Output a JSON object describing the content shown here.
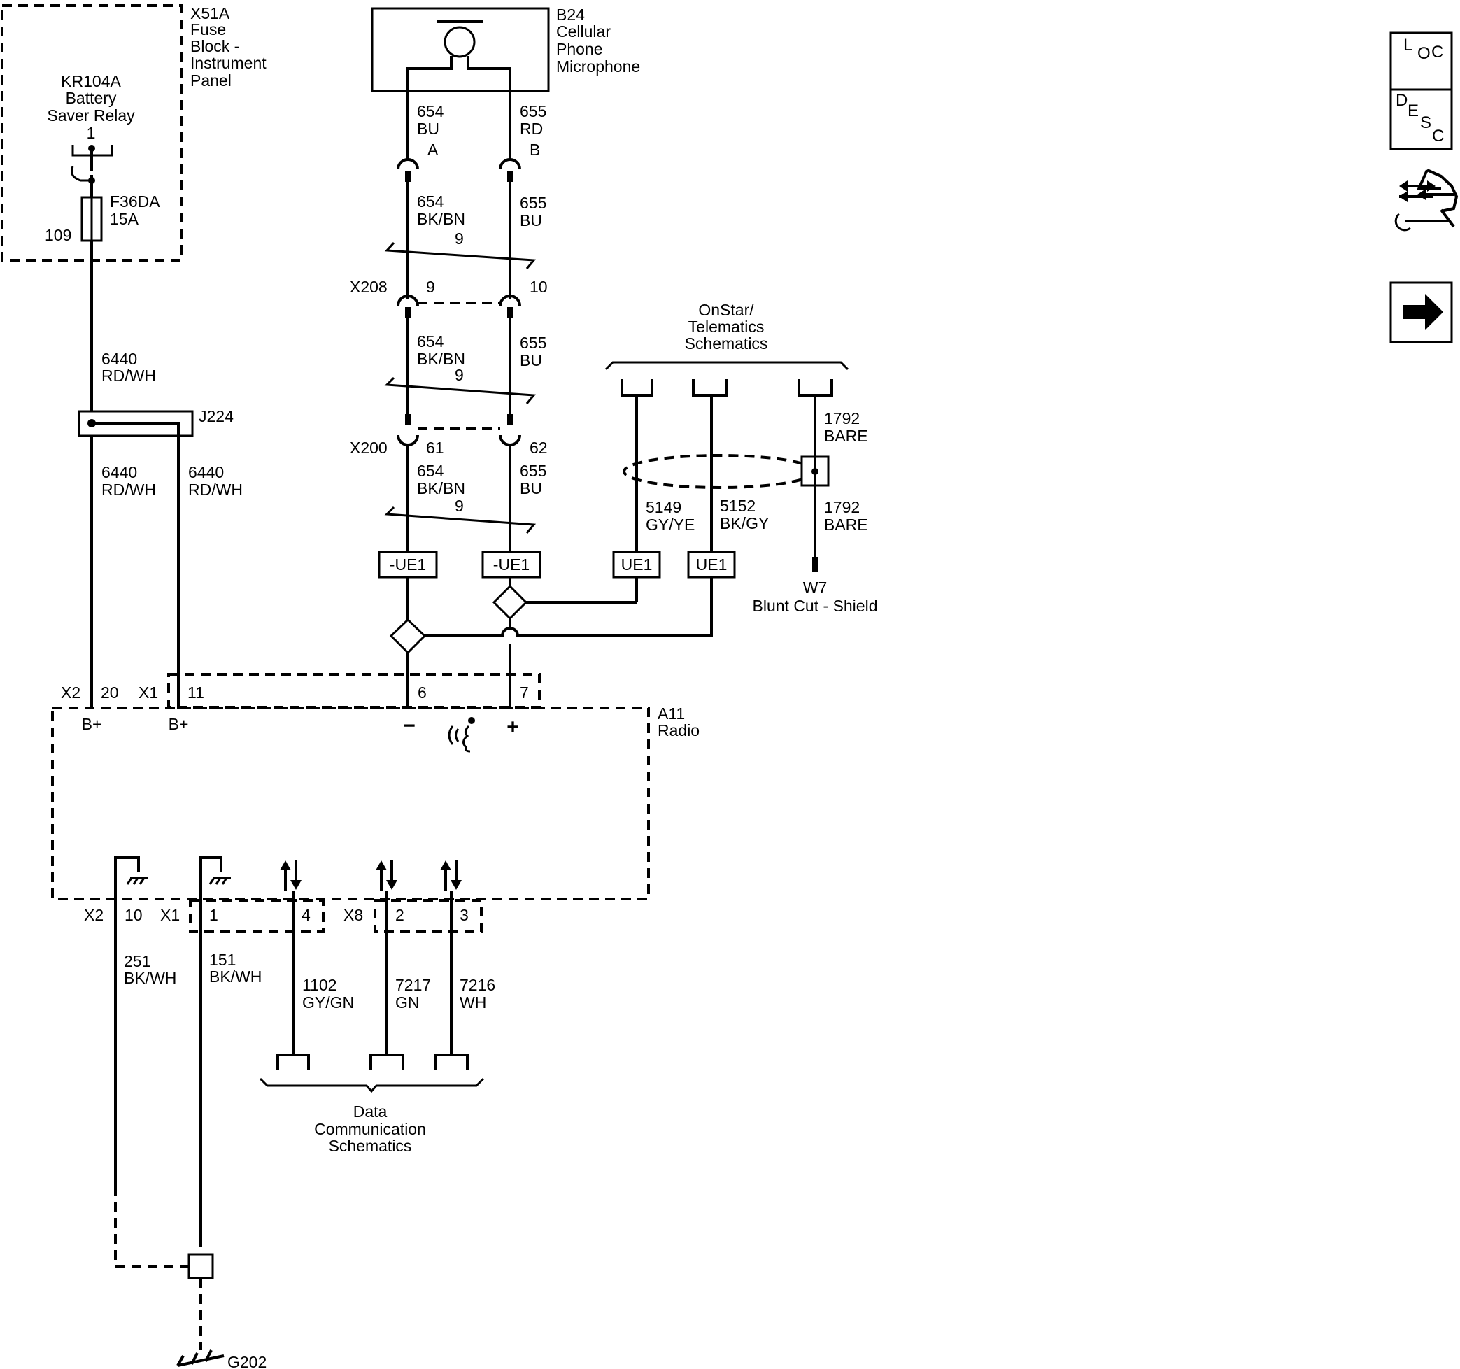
{
  "fuse_block": {
    "id": "X51A",
    "name_lines": [
      "Fuse",
      "Block -",
      "Instrument",
      "Panel"
    ]
  },
  "relay": {
    "name_lines": [
      "KR104A",
      "Battery",
      "Saver Relay"
    ],
    "pin": "1"
  },
  "fuse": {
    "id": "F36DA",
    "rating": "15A",
    "pin": "109"
  },
  "microphone": {
    "id": "B24",
    "name_lines": [
      "Cellular",
      "Phone",
      "Microphone"
    ]
  },
  "mic_pins": {
    "left": "A",
    "right": "B"
  },
  "wire_654_bu": {
    "circuit": "654",
    "color": "BU"
  },
  "wire_655_rd": {
    "circuit": "655",
    "color": "RD"
  },
  "wire_654_bkbn": {
    "circuit": "654",
    "color": "BK/BN"
  },
  "wire_655_bu": {
    "circuit": "655",
    "color": "BU"
  },
  "twist_label": "9",
  "x208": {
    "id": "X208",
    "pin_left": "9",
    "pin_right": "10"
  },
  "x200": {
    "id": "X200",
    "pin_left": "61",
    "pin_right": "62"
  },
  "power_wire": {
    "circuit": "6440",
    "color": "RD/WH"
  },
  "splice": {
    "id": "J224"
  },
  "onstar": {
    "lines": [
      "OnStar/",
      "Telematics",
      "Schematics"
    ]
  },
  "wire_5149": {
    "circuit": "5149",
    "color": "GY/YE"
  },
  "wire_5152": {
    "circuit": "5152",
    "color": "BK/GY"
  },
  "wire_1792": {
    "circuit": "1792",
    "color": "BARE"
  },
  "option_tags": {
    "neg_ue1": "-UE1",
    "ue1": "UE1"
  },
  "shield": {
    "id": "W7",
    "desc": "Blunt Cut - Shield"
  },
  "radio": {
    "id": "A11",
    "name": "Radio"
  },
  "radio_top_pins": {
    "x2": "X2",
    "x2_pin": "20",
    "x1": "X1",
    "x1_pin": "11",
    "mic_neg_pin": "6",
    "mic_pos_pin": "7",
    "bplus": "B+",
    "minus": "−",
    "plus": "+"
  },
  "radio_bottom_pins": {
    "x2": "X2",
    "x2_pin": "10",
    "x1": "X1",
    "x1_pin": "1",
    "x1_pin_b": "4",
    "x8": "X8",
    "x8_pin_a": "2",
    "x8_pin_b": "3"
  },
  "ground_wires": [
    {
      "circuit": "251",
      "color": "BK/WH"
    },
    {
      "circuit": "151",
      "color": "BK/WH"
    }
  ],
  "data_wires": [
    {
      "circuit": "1102",
      "color": "GY/GN"
    },
    {
      "circuit": "7217",
      "color": "GN"
    },
    {
      "circuit": "7216",
      "color": "WH"
    }
  ],
  "data_comm": {
    "lines": [
      "Data",
      "Communication",
      "Schematics"
    ]
  },
  "ground": {
    "id": "G202"
  },
  "nav": {
    "loc": [
      "L",
      "O",
      "C"
    ],
    "desc": [
      "D",
      "E",
      "S",
      "C"
    ],
    "icons": [
      "connector-repair-icon",
      "next-arrow-icon"
    ]
  }
}
